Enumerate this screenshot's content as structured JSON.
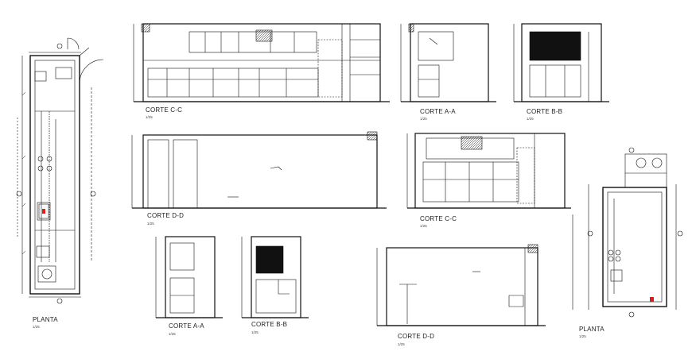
{
  "sheet": {
    "labels": {
      "planta_left": "PLANTA",
      "corte_cc_top": "CORTE C-C",
      "corte_aa_top": "CORTE A-A",
      "corte_bb_top": "CORTE B-B",
      "corte_dd_mid": "CORTE D-D",
      "corte_cc_mid": "CORTE C-C",
      "corte_aa_bottom": "CORTE A-A",
      "corte_bb_bottom": "CORTE B-B",
      "corte_dd_bottom": "CORTE D-D",
      "planta_right": "PLANTA"
    },
    "scale_text": "1/25",
    "colors": {
      "line": "#111111",
      "accent_red": "#d42020",
      "paper": "#ffffff"
    }
  }
}
